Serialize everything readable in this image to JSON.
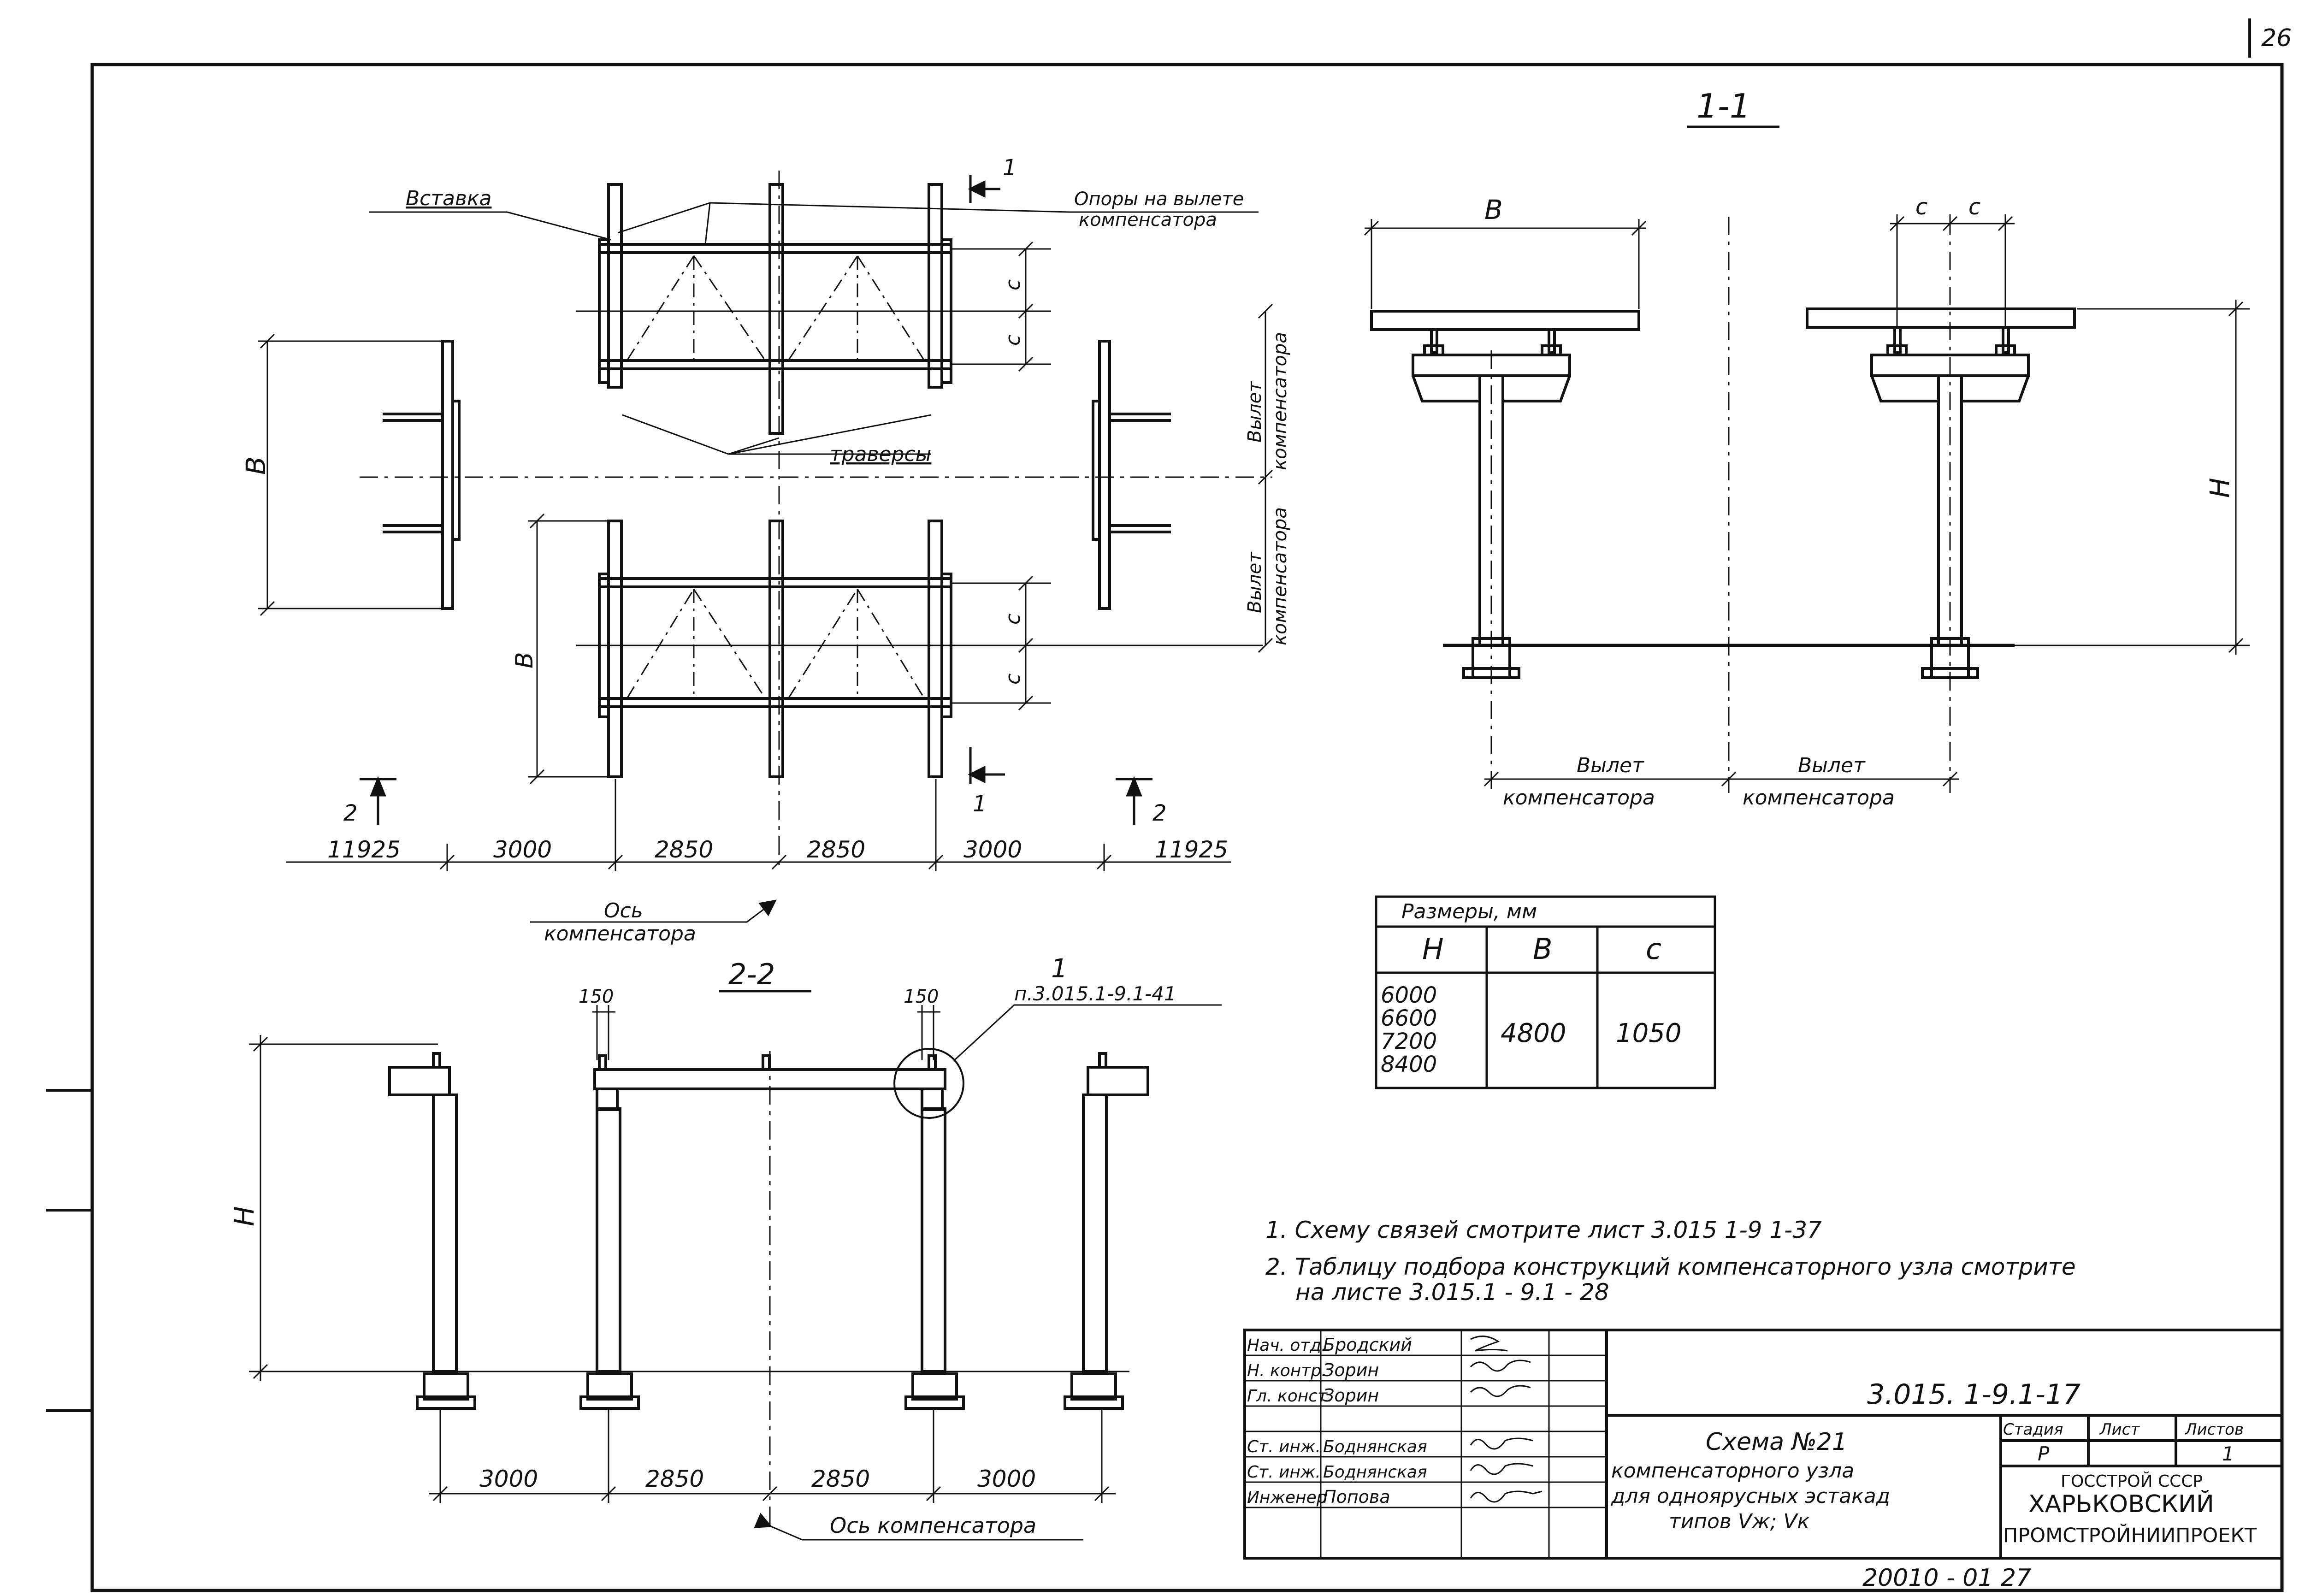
{
  "sheet": {
    "number": "26"
  },
  "plan": {
    "insert_label": "Вставка",
    "supports_label_1": "Опоры на вылете",
    "supports_label_2": "компенсатора",
    "traverse_label": "траверсы",
    "dim_b_left": "B",
    "dim_b_inner": "B",
    "dim_c": [
      "c",
      "c",
      "c",
      "c"
    ],
    "reach_label_1a": "Вылет",
    "reach_label_1b": "компенсатора",
    "reach_label_2a": "Вылет",
    "reach_label_2b": "компенсатора",
    "bottom_dims": [
      "11925",
      "3000",
      "2850",
      "2850",
      "3000",
      "11925"
    ],
    "section_mark_1": "1",
    "section_mark_2": "2",
    "axis_label_1": "Ось",
    "axis_label_2": "компенсатора"
  },
  "section_1_1": {
    "title": "1-1",
    "dim_b": "B",
    "dim_c": [
      "c",
      "c"
    ],
    "dim_h": "H",
    "reach_1a": "Вылет",
    "reach_1b": "компенсатора",
    "reach_2a": "Вылет",
    "reach_2b": "компенсатора"
  },
  "section_2_2": {
    "title": "2-2",
    "dim_h": "H",
    "dim_150_a": "150",
    "dim_150_b": "150",
    "callout_number": "1",
    "callout_ref": "п.3.015.1-9.1-41",
    "bottom_dims": [
      "3000",
      "2850",
      "2850",
      "3000"
    ],
    "axis_label": "Ось компенсатора"
  },
  "size_table": {
    "caption": "Размеры, мм",
    "headers": [
      "H",
      "B",
      "c"
    ],
    "h_values": [
      "6000",
      "6600",
      "7200",
      "8400"
    ],
    "b_value": "4800",
    "c_value": "1050"
  },
  "notes": [
    "1. Схему связей смотрите лист 3.015 1-9 1-37",
    "2. Таблицу подбора конструкций компенсаторного узла смотрите",
    "на листе 3.015.1 - 9.1 - 28"
  ],
  "title_block": {
    "doc_code": "3.015. 1-9.1-17",
    "title_lines": [
      "Схема №21",
      "компенсаторного узла",
      "для одноярусных эстакад",
      "типов Vж; Vк"
    ],
    "stage_header": "Стадия",
    "sheet_header": "Лист",
    "sheets_header": "Листов",
    "stage_value": "Р",
    "sheets_value": "1",
    "org_lines": [
      "Госстрой СССР",
      "Харьковский",
      "Промстройниипроект"
    ],
    "people": [
      {
        "role": "Нач. отд.",
        "name": "Бродский"
      },
      {
        "role": "Н. контр.",
        "name": "Зорин"
      },
      {
        "role": "Гл. конст.",
        "name": "Зорин"
      },
      {
        "role": "Ст. инж.",
        "name": "Боднянская"
      },
      {
        "role": "Ст. инж.",
        "name": "Боднянская"
      },
      {
        "role": "Инженер",
        "name": "Попова"
      }
    ]
  },
  "archive_number": "20010 - 01 27"
}
